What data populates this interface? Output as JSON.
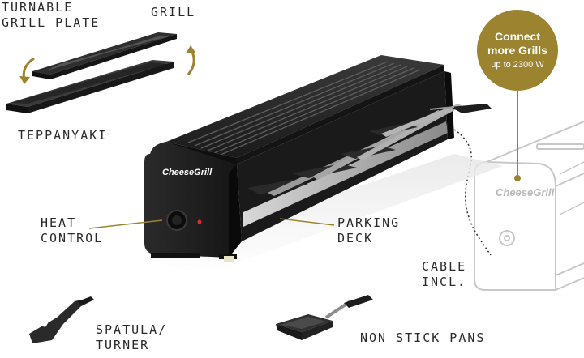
{
  "labels": {
    "turnable_line1": "TURNABLE",
    "turnable_line2": "GRILL PLATE",
    "grill": "GRILL",
    "teppanyaki": "TEPPANYAKI",
    "heat_line1": "HEAT",
    "heat_line2": "CONTROL",
    "parking_line1": "PARKING",
    "parking_line2": "DECK",
    "cable_line1": "CABLE",
    "cable_line2": "INCL.",
    "spatula_line1": "SPATULA/",
    "spatula_line2": "TURNER",
    "pans": "NON STICK PANS"
  },
  "badge": {
    "line1": "Connect",
    "line2": "more Grills",
    "line3": "up to 2300 W"
  },
  "brand": {
    "name": "CheeseGrill",
    "ghost_name": "CheeseGrill"
  },
  "colors": {
    "gold": "#9b8330",
    "appliance": "#1f1f1f",
    "sketch": "#c8c8c8",
    "label": "#2a2a2a"
  }
}
